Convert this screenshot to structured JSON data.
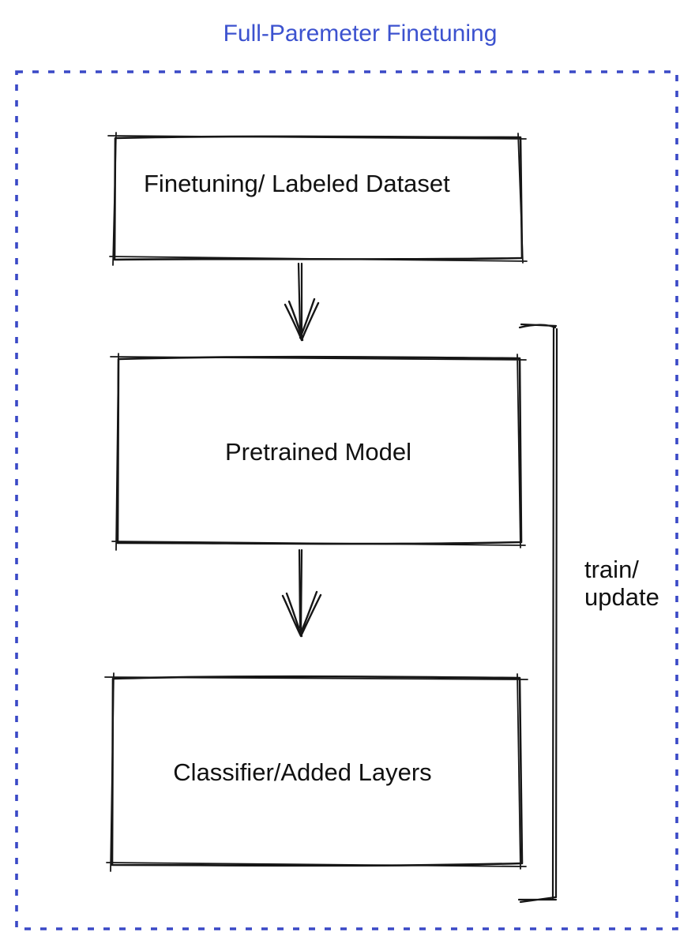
{
  "title": {
    "text": "Full-Paremeter Finetuning",
    "color": "#3c52cf"
  },
  "boundary": {
    "color": "#3a49c6"
  },
  "boxes": {
    "dataset": {
      "label": "Finetuning/ Labeled Dataset",
      "fill": "#878e98"
    },
    "pretrained": {
      "label": "Pretrained Model",
      "fill": "#4b6cee"
    },
    "classifier": {
      "label": "Classifier/Added Layers",
      "fill": "#41bc5b"
    }
  },
  "bracket": {
    "label_line1": "train/",
    "label_line2": "update"
  }
}
